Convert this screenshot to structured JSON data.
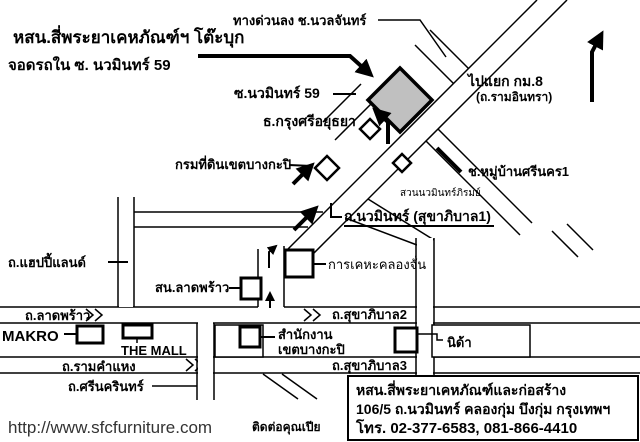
{
  "header": {
    "company_line": "หสน.สี่พระยาเคหภัณฑ์ฯ โต๊ะบุก",
    "parking_line": "จอดรถใน ซ. นวมินทร์ 59"
  },
  "map": {
    "labels": {
      "expressway_exit": "ทางด่วนลง ช.นวลจันทร์",
      "to_km8_line1": "ไปแยก กม.8",
      "to_km8_line2": "(ถ.รามอินทรา)",
      "soi_nawamin_59": "ซ.นวมินทร์ 59",
      "bank": "ธ.กรุงศรีอยุธยา",
      "land_department": "กรมที่ดินเขตบางกะปิ",
      "park": "สวนนวมินทร์ภิรมย์",
      "nawamin_road": "ถ.นวมินทร์ (สุขาภิบาล1)",
      "srinakorn_village_soi": "ช.หมู่บ้านศรีนคร1",
      "happyland_road": "ถ.แฮปปี้แลนด์",
      "police_station": "สน.ลาดพร้าว",
      "khlongchan_housing": "การเคหะคลองจั่น",
      "ladprao_road": "ถ.ลาดพร้าว",
      "sukhaphiban2_road": "ถ.สุขาภิบาล2",
      "makro": "MAKRO",
      "the_mall": "THE MALL",
      "district_office_line1": "สำนักงาน",
      "district_office_line2": "เขตบางกะปิ",
      "nida": "นิด้า",
      "ramkhamhaeng_road": "ถ.รามคำแหง",
      "sukhaphiban3_road": "ถ.สุขาภิบาล3",
      "srinakarin_road": "ถ.ศรีนครินทร์"
    },
    "building_fill_color": "#c0c0c0",
    "line_color": "#000000",
    "background_color": "#ffffff"
  },
  "footer": {
    "url": "http://www.sfcfurniture.com",
    "contact": "ติดต่อคุณเปีย",
    "info_box": {
      "line1": "หสน.สี่พระยาเคหภัณฑ์และก่อสร้าง",
      "line2": "106/5 ถ.นวมินทร์ คลองกุ่ม บึงกุ่ม กรุงเทพฯ",
      "line3": "โทร. 02-377-6583, 081-866-4410"
    }
  }
}
